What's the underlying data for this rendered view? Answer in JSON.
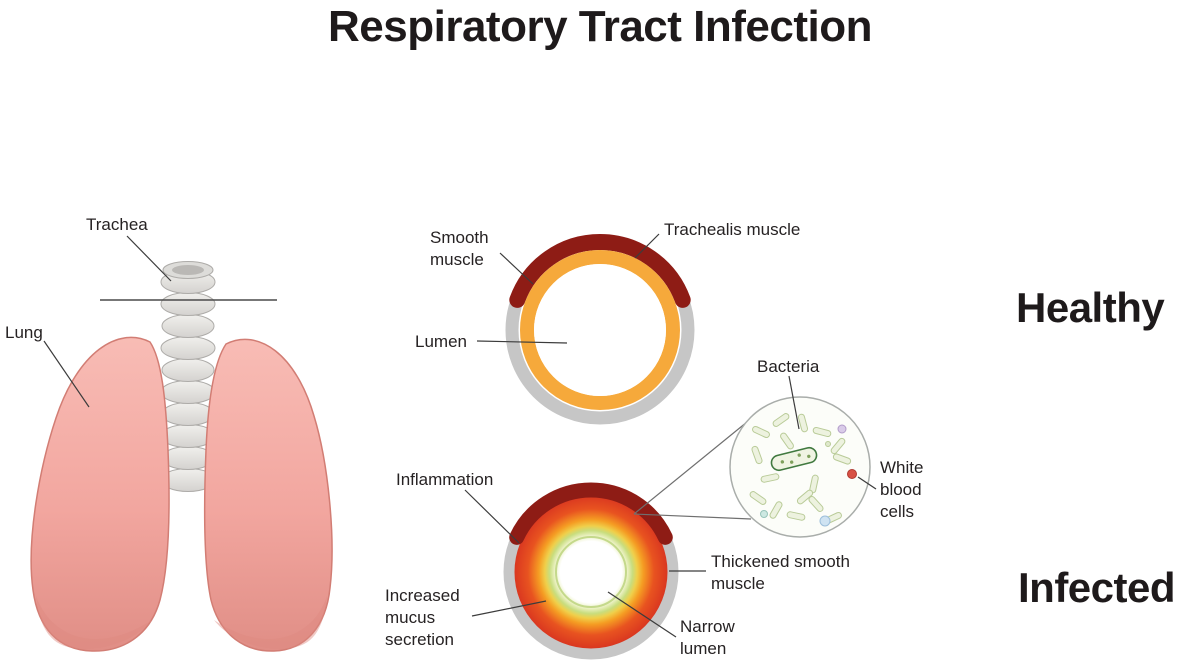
{
  "title": "Respiratory Tract Infection",
  "panels": {
    "healthy": "Healthy",
    "infected": "Infected"
  },
  "labels": {
    "trachea": "Trachea",
    "lung": "Lung",
    "smooth_muscle": "Smooth muscle",
    "trachealis_muscle": "Trachealis muscle",
    "lumen": "Lumen",
    "bacteria": "Bacteria",
    "white_blood_cells": "White blood cells",
    "inflammation": "Inflammation",
    "increased_mucus_secretion": "Increased mucus secretion",
    "thickened_smooth_muscle": "Thickened smooth muscle",
    "narrow_lumen": "Narrow lumen"
  },
  "colors": {
    "lung_pink": "#f2a69f",
    "cartilage_gray": "#c6c6c6",
    "smooth_muscle_orange": "#f6a93b",
    "trachealis_red": "#8e1c15",
    "inflamed_red": "#d93620",
    "mucus_green": "#c8dd7e",
    "text_dark": "#262223"
  }
}
